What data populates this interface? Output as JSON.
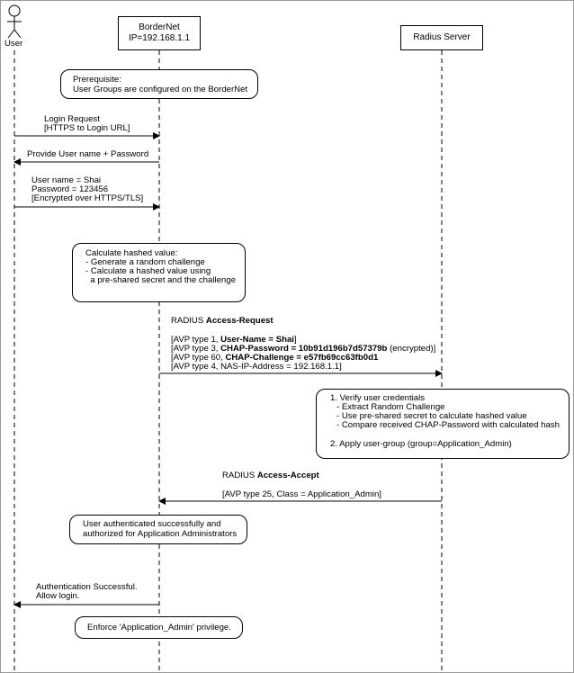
{
  "participants": {
    "user": {
      "label": "User"
    },
    "bordernet": {
      "name": "BorderNet",
      "ip": "IP=192.168.1.1"
    },
    "radius": {
      "label": "Radius Server"
    }
  },
  "notes": {
    "prereq": [
      "Prerequisite:",
      "User Groups are configured on the BorderNet"
    ],
    "hash": [
      "Calculate hashed value:",
      "- Generate a random challenge",
      "- Calculate a hashed value using",
      "  a pre-shared secret and the challenge"
    ],
    "verify": {
      "l1": "1. Verify user credentials",
      "l2": "- Extract Random Challenge",
      "l3": "- Use pre-shared secret to calculate hashed value",
      "l4": "- Compare received CHAP-Password with calculated hash",
      "l5": "2. Apply user-group (group=Application_Admin)"
    },
    "authz": [
      "User authenticated successfully and",
      "authorized for Application Administrators"
    ],
    "enforce": "Enforce 'Application_Admin' privilege."
  },
  "messages": {
    "login": [
      "Login Request",
      "[HTTPS to Login URL]"
    ],
    "provide": "Provide User name + Password",
    "creds": [
      "User name = Shai",
      "Password = 123456",
      "[Encrypted over HTTPS/TLS]"
    ],
    "access_request": {
      "prefix": "RADIUS ",
      "name": "Access-Request",
      "avp1_pre": "[AVP type 1, ",
      "avp1_bold": "User-Name = Shai",
      "avp1_post": "]",
      "avp3_pre": "[AVP type 3, ",
      "avp3_bold": "CHAP-Password = 10b91d196b7d57379b",
      "avp3_post": " (encrypted)]",
      "avp60_pre": "[AVP type 60, ",
      "avp60_bold": "CHAP-Challenge = e57fb69cc63fb0d1",
      "avp60_post": "",
      "avp4": "[AVP type 4, NAS-IP-Address = 192.168.1.1]"
    },
    "access_accept": {
      "prefix": "RADIUS ",
      "name": "Access-Accept",
      "avp25": "[AVP type 25, Class = Application_Admin]"
    },
    "success": [
      "Authentication Successful.",
      "Allow login."
    ]
  }
}
